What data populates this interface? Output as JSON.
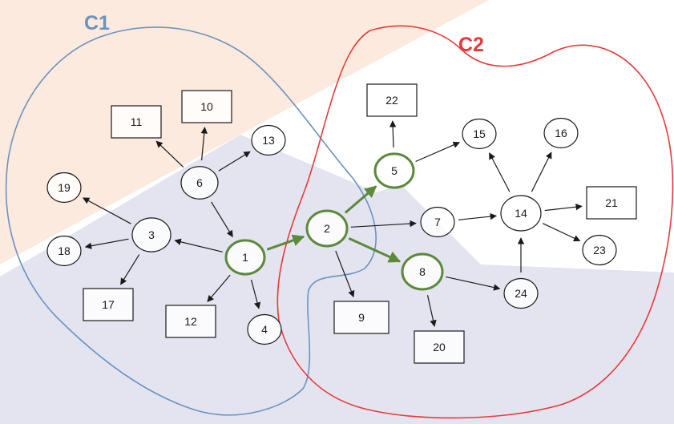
{
  "clusters": [
    {
      "id": "C1",
      "label": "C1",
      "color": "#6b93c0"
    },
    {
      "id": "C2",
      "label": "C2",
      "color": "#e83a3a"
    }
  ],
  "colors": {
    "highlight": "#5a8a3a",
    "node_stroke": "#1a1a1a",
    "edge": "#1a1a1a",
    "bg_peach": "#fbeadd",
    "bg_lavender": "#e4e4f0"
  },
  "nodes": [
    {
      "id": "1",
      "label": "1",
      "shape": "circle",
      "highlight": true
    },
    {
      "id": "2",
      "label": "2",
      "shape": "circle",
      "highlight": true
    },
    {
      "id": "3",
      "label": "3",
      "shape": "circle",
      "highlight": false
    },
    {
      "id": "4",
      "label": "4",
      "shape": "circle",
      "highlight": false
    },
    {
      "id": "5",
      "label": "5",
      "shape": "circle",
      "highlight": true
    },
    {
      "id": "6",
      "label": "6",
      "shape": "circle",
      "highlight": false
    },
    {
      "id": "7",
      "label": "7",
      "shape": "circle",
      "highlight": false
    },
    {
      "id": "8",
      "label": "8",
      "shape": "circle",
      "highlight": true
    },
    {
      "id": "9",
      "label": "9",
      "shape": "square",
      "highlight": false
    },
    {
      "id": "10",
      "label": "10",
      "shape": "square",
      "highlight": false
    },
    {
      "id": "11",
      "label": "11",
      "shape": "square",
      "highlight": false
    },
    {
      "id": "12",
      "label": "12",
      "shape": "square",
      "highlight": false
    },
    {
      "id": "13",
      "label": "13",
      "shape": "circle",
      "highlight": false
    },
    {
      "id": "14",
      "label": "14",
      "shape": "circle",
      "highlight": false
    },
    {
      "id": "15",
      "label": "15",
      "shape": "circle",
      "highlight": false
    },
    {
      "id": "16",
      "label": "16",
      "shape": "circle",
      "highlight": false
    },
    {
      "id": "17",
      "label": "17",
      "shape": "square",
      "highlight": false
    },
    {
      "id": "18",
      "label": "18",
      "shape": "circle",
      "highlight": false
    },
    {
      "id": "19",
      "label": "19",
      "shape": "circle",
      "highlight": false
    },
    {
      "id": "20",
      "label": "20",
      "shape": "square",
      "highlight": false
    },
    {
      "id": "21",
      "label": "21",
      "shape": "square",
      "highlight": false
    },
    {
      "id": "22",
      "label": "22",
      "shape": "square",
      "highlight": false
    },
    {
      "id": "23",
      "label": "23",
      "shape": "circle",
      "highlight": false
    },
    {
      "id": "24",
      "label": "24",
      "shape": "circle",
      "highlight": false
    }
  ],
  "edges": [
    {
      "from": "1",
      "to": "2",
      "highlight": true
    },
    {
      "from": "1",
      "to": "3",
      "highlight": false
    },
    {
      "from": "1",
      "to": "4",
      "highlight": false
    },
    {
      "from": "1",
      "to": "12",
      "highlight": false
    },
    {
      "from": "6",
      "to": "1",
      "highlight": false
    },
    {
      "from": "6",
      "to": "11",
      "highlight": false
    },
    {
      "from": "6",
      "to": "10",
      "highlight": false
    },
    {
      "from": "6",
      "to": "13",
      "highlight": false
    },
    {
      "from": "3",
      "to": "19",
      "highlight": false
    },
    {
      "from": "3",
      "to": "18",
      "highlight": false
    },
    {
      "from": "3",
      "to": "17",
      "highlight": false
    },
    {
      "from": "2",
      "to": "5",
      "highlight": true
    },
    {
      "from": "2",
      "to": "8",
      "highlight": true
    },
    {
      "from": "2",
      "to": "7",
      "highlight": false
    },
    {
      "from": "2",
      "to": "9",
      "highlight": false
    },
    {
      "from": "5",
      "to": "22",
      "highlight": false
    },
    {
      "from": "5",
      "to": "15",
      "highlight": false
    },
    {
      "from": "7",
      "to": "14",
      "highlight": false
    },
    {
      "from": "8",
      "to": "24",
      "highlight": false
    },
    {
      "from": "8",
      "to": "20",
      "highlight": false
    },
    {
      "from": "24",
      "to": "14",
      "highlight": false
    },
    {
      "from": "14",
      "to": "15",
      "highlight": false
    },
    {
      "from": "14",
      "to": "16",
      "highlight": false
    },
    {
      "from": "14",
      "to": "21",
      "highlight": false
    },
    {
      "from": "14",
      "to": "23",
      "highlight": false
    }
  ]
}
